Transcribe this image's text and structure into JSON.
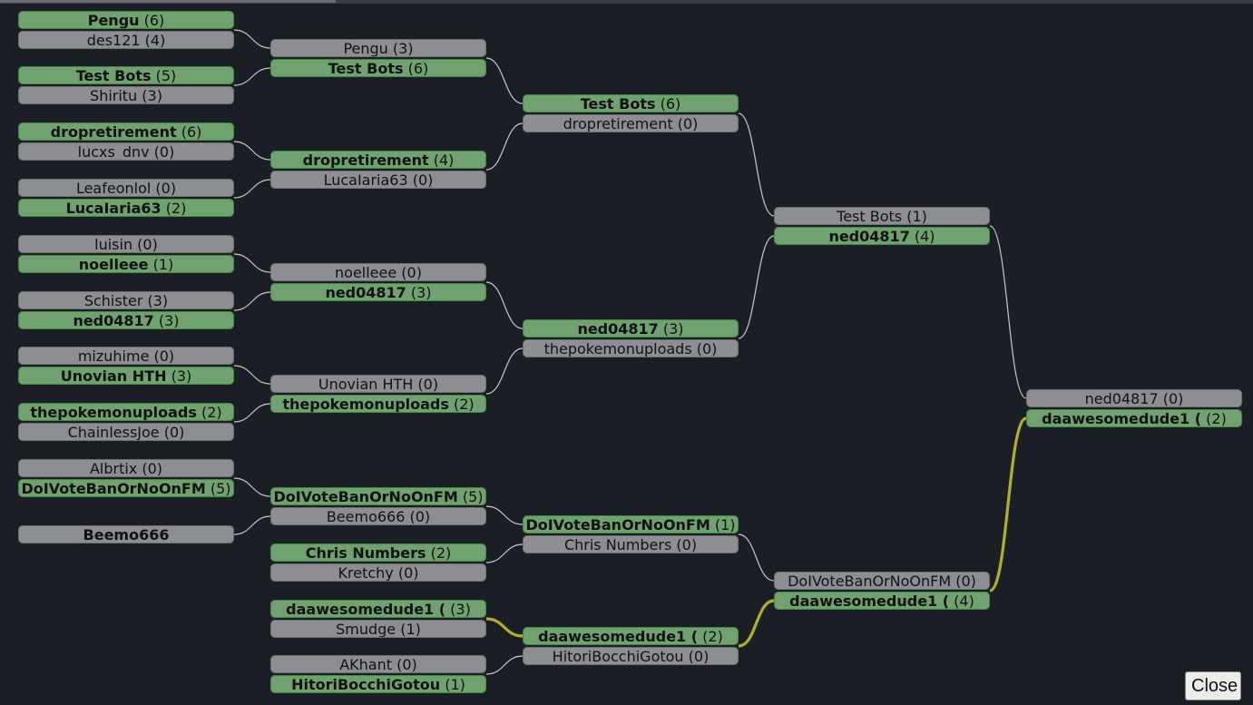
{
  "close_label": "Close",
  "accent_colors": {
    "winner": "#6fa26f",
    "loser": "#8d8e92",
    "path_highlight": "#b2b21a",
    "background": "#1b1e25"
  },
  "rounds": [
    [
      {
        "top": {
          "name": "Pengu",
          "score": "6",
          "win": true
        },
        "bottom": {
          "name": "des121",
          "score": "4",
          "win": false
        }
      },
      {
        "top": {
          "name": "Test Bots",
          "score": "5",
          "win": true
        },
        "bottom": {
          "name": "Shiritu",
          "score": "3",
          "win": false
        }
      },
      {
        "top": {
          "name": "dropretirement",
          "score": "6",
          "win": true
        },
        "bottom": {
          "name": "lucxs_dnv",
          "score": "0",
          "win": false
        }
      },
      {
        "top": {
          "name": "Leafeonlol",
          "score": "0",
          "win": false
        },
        "bottom": {
          "name": "LucaIaria63",
          "score": "2",
          "win": true
        }
      },
      {
        "top": {
          "name": "luisin",
          "score": "0",
          "win": false
        },
        "bottom": {
          "name": "noelleee",
          "score": "1",
          "win": true
        }
      },
      {
        "top": {
          "name": "Schister",
          "score": "3",
          "win": false
        },
        "bottom": {
          "name": "ned04817",
          "score": "3",
          "win": true
        }
      },
      {
        "top": {
          "name": "mizuhime",
          "score": "0",
          "win": false
        },
        "bottom": {
          "name": "Unovian HTH",
          "score": "3",
          "win": true
        }
      },
      {
        "top": {
          "name": "thepokemonuploads",
          "score": "2",
          "win": true
        },
        "bottom": {
          "name": "ChainlessJoe",
          "score": "0",
          "win": false
        }
      },
      {
        "top": {
          "name": "Albrtix",
          "score": "0",
          "win": false
        },
        "bottom": {
          "name": "DoIVoteBanOrNoOnFM",
          "score": "5",
          "win": true
        }
      },
      {
        "single": true,
        "top": {
          "name": "Beemo666",
          "score": "",
          "win": false,
          "bold": true
        }
      }
    ],
    [
      {
        "top": {
          "name": "Pengu",
          "score": "3",
          "win": false
        },
        "bottom": {
          "name": "Test Bots",
          "score": "6",
          "win": true
        }
      },
      {
        "top": {
          "name": "dropretirement",
          "score": "4",
          "win": true
        },
        "bottom": {
          "name": "LucaIaria63",
          "score": "0",
          "win": false
        }
      },
      {
        "top": {
          "name": "noelleee",
          "score": "0",
          "win": false
        },
        "bottom": {
          "name": "ned04817",
          "score": "3",
          "win": true
        }
      },
      {
        "top": {
          "name": "Unovian HTH",
          "score": "0",
          "win": false
        },
        "bottom": {
          "name": "thepokemonuploads",
          "score": "2",
          "win": true
        }
      },
      {
        "top": {
          "name": "DoIVoteBanOrNoOnFM",
          "score": "5",
          "win": true
        },
        "bottom": {
          "name": "Beemo666",
          "score": "0",
          "win": false
        }
      },
      {
        "top": {
          "name": "Chris Numbers",
          "score": "2",
          "win": true
        },
        "bottom": {
          "name": "Kretchy",
          "score": "0",
          "win": false
        }
      },
      {
        "top": {
          "name": "daawesomedude1 (",
          "score": "3",
          "win": true
        },
        "bottom": {
          "name": "Smudge",
          "score": "1",
          "win": false
        }
      },
      {
        "top": {
          "name": "AKhant",
          "score": "0",
          "win": false
        },
        "bottom": {
          "name": "HitoriBocchiGotou",
          "score": "1",
          "win": true
        }
      }
    ],
    [
      {
        "top": {
          "name": "Test Bots",
          "score": "6",
          "win": true
        },
        "bottom": {
          "name": "dropretirement",
          "score": "0",
          "win": false
        }
      },
      {
        "top": {
          "name": "ned04817",
          "score": "3",
          "win": true
        },
        "bottom": {
          "name": "thepokemonuploads",
          "score": "0",
          "win": false
        }
      },
      {
        "top": {
          "name": "DoIVoteBanOrNoOnFM",
          "score": "1",
          "win": true
        },
        "bottom": {
          "name": "Chris Numbers",
          "score": "0",
          "win": false
        }
      },
      {
        "top": {
          "name": "daawesomedude1 (",
          "score": "2",
          "win": true
        },
        "bottom": {
          "name": "HitoriBocchiGotou",
          "score": "0",
          "win": false
        }
      }
    ],
    [
      {
        "top": {
          "name": "Test Bots",
          "score": "1",
          "win": false
        },
        "bottom": {
          "name": "ned04817",
          "score": "4",
          "win": true
        }
      },
      {
        "top": {
          "name": "DoIVoteBanOrNoOnFM",
          "score": "0",
          "win": false
        },
        "bottom": {
          "name": "daawesomedude1 (",
          "score": "4",
          "win": true
        }
      }
    ],
    [
      {
        "top": {
          "name": "ned04817",
          "score": "0",
          "win": false
        },
        "bottom": {
          "name": "daawesomedude1 (",
          "score": "2",
          "win": true
        }
      }
    ]
  ]
}
